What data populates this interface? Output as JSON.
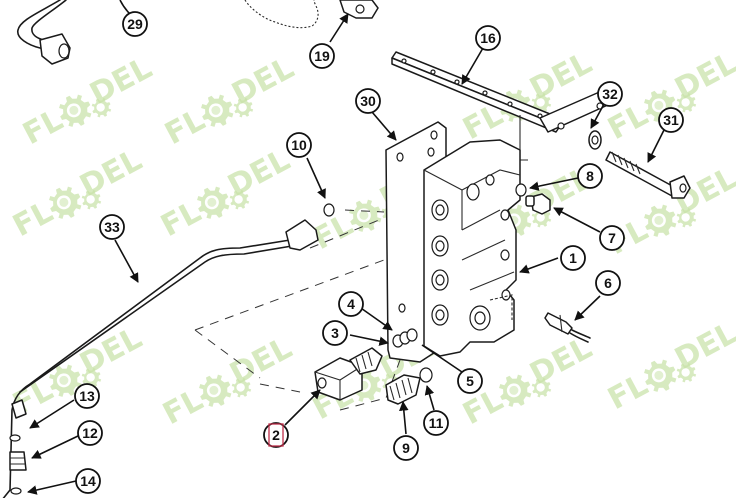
{
  "diagram": {
    "type": "exploded-parts-diagram",
    "watermark": {
      "text": "FL DEL",
      "left": "FL",
      "right": "DEL",
      "color": "#c9e3a8"
    },
    "highlighted_callout": "2",
    "highlight_color": "#c0304a",
    "callouts": [
      {
        "id": "29",
        "label": "29"
      },
      {
        "id": "19",
        "label": "19"
      },
      {
        "id": "16",
        "label": "16"
      },
      {
        "id": "30",
        "label": "30"
      },
      {
        "id": "32",
        "label": "32"
      },
      {
        "id": "31",
        "label": "31"
      },
      {
        "id": "10",
        "label": "10"
      },
      {
        "id": "8",
        "label": "8"
      },
      {
        "id": "7",
        "label": "7"
      },
      {
        "id": "33",
        "label": "33"
      },
      {
        "id": "1",
        "label": "1"
      },
      {
        "id": "6",
        "label": "6"
      },
      {
        "id": "4",
        "label": "4"
      },
      {
        "id": "3",
        "label": "3"
      },
      {
        "id": "5",
        "label": "5"
      },
      {
        "id": "13",
        "label": "13"
      },
      {
        "id": "2",
        "label": "2"
      },
      {
        "id": "11",
        "label": "11"
      },
      {
        "id": "12",
        "label": "12"
      },
      {
        "id": "9",
        "label": "9"
      },
      {
        "id": "14",
        "label": "14"
      }
    ]
  }
}
